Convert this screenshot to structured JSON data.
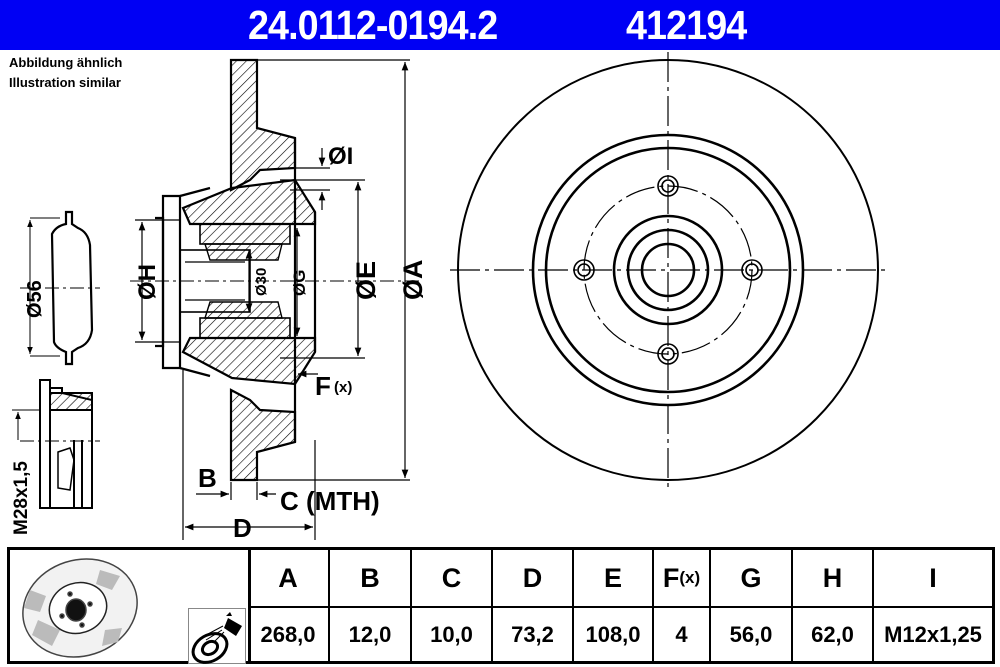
{
  "header": {
    "part_number": "24.0112-0194.2",
    "reference": "412194",
    "background_color": "#0000f4",
    "text_color": "#ffffff"
  },
  "notes": {
    "line1": "Abbildung ähnlich",
    "line2": "Illustration similar"
  },
  "drawing_labels": {
    "dia_I": "ØI",
    "dia_H": "ØH",
    "dia_30": "Ø30",
    "dia_G": "ØG",
    "dia_E": "ØE",
    "dia_A": "ØA",
    "dia_56": "Ø56",
    "thread": "M28x1,5",
    "F": "F",
    "F_suffix": "(x)",
    "B": "B",
    "C": "C (MTH)",
    "D": "D"
  },
  "table": {
    "icons": [
      "brake-disc-icon",
      "spray-coating-icon"
    ],
    "columns": [
      {
        "key": "A",
        "header": "A",
        "header_suffix": "",
        "value": "268,0"
      },
      {
        "key": "B",
        "header": "B",
        "header_suffix": "",
        "value": "12,0"
      },
      {
        "key": "C",
        "header": "C",
        "header_suffix": "",
        "value": "10,0"
      },
      {
        "key": "D",
        "header": "D",
        "header_suffix": "",
        "value": "73,2"
      },
      {
        "key": "E",
        "header": "E",
        "header_suffix": "",
        "value": "108,0"
      },
      {
        "key": "F",
        "header": "F",
        "header_suffix": "(x)",
        "value": "4"
      },
      {
        "key": "G",
        "header": "G",
        "header_suffix": "",
        "value": "56,0"
      },
      {
        "key": "H",
        "header": "H",
        "header_suffix": "",
        "value": "62,0"
      },
      {
        "key": "I",
        "header": "I",
        "header_suffix": "",
        "value": "M12x1,25"
      }
    ]
  }
}
